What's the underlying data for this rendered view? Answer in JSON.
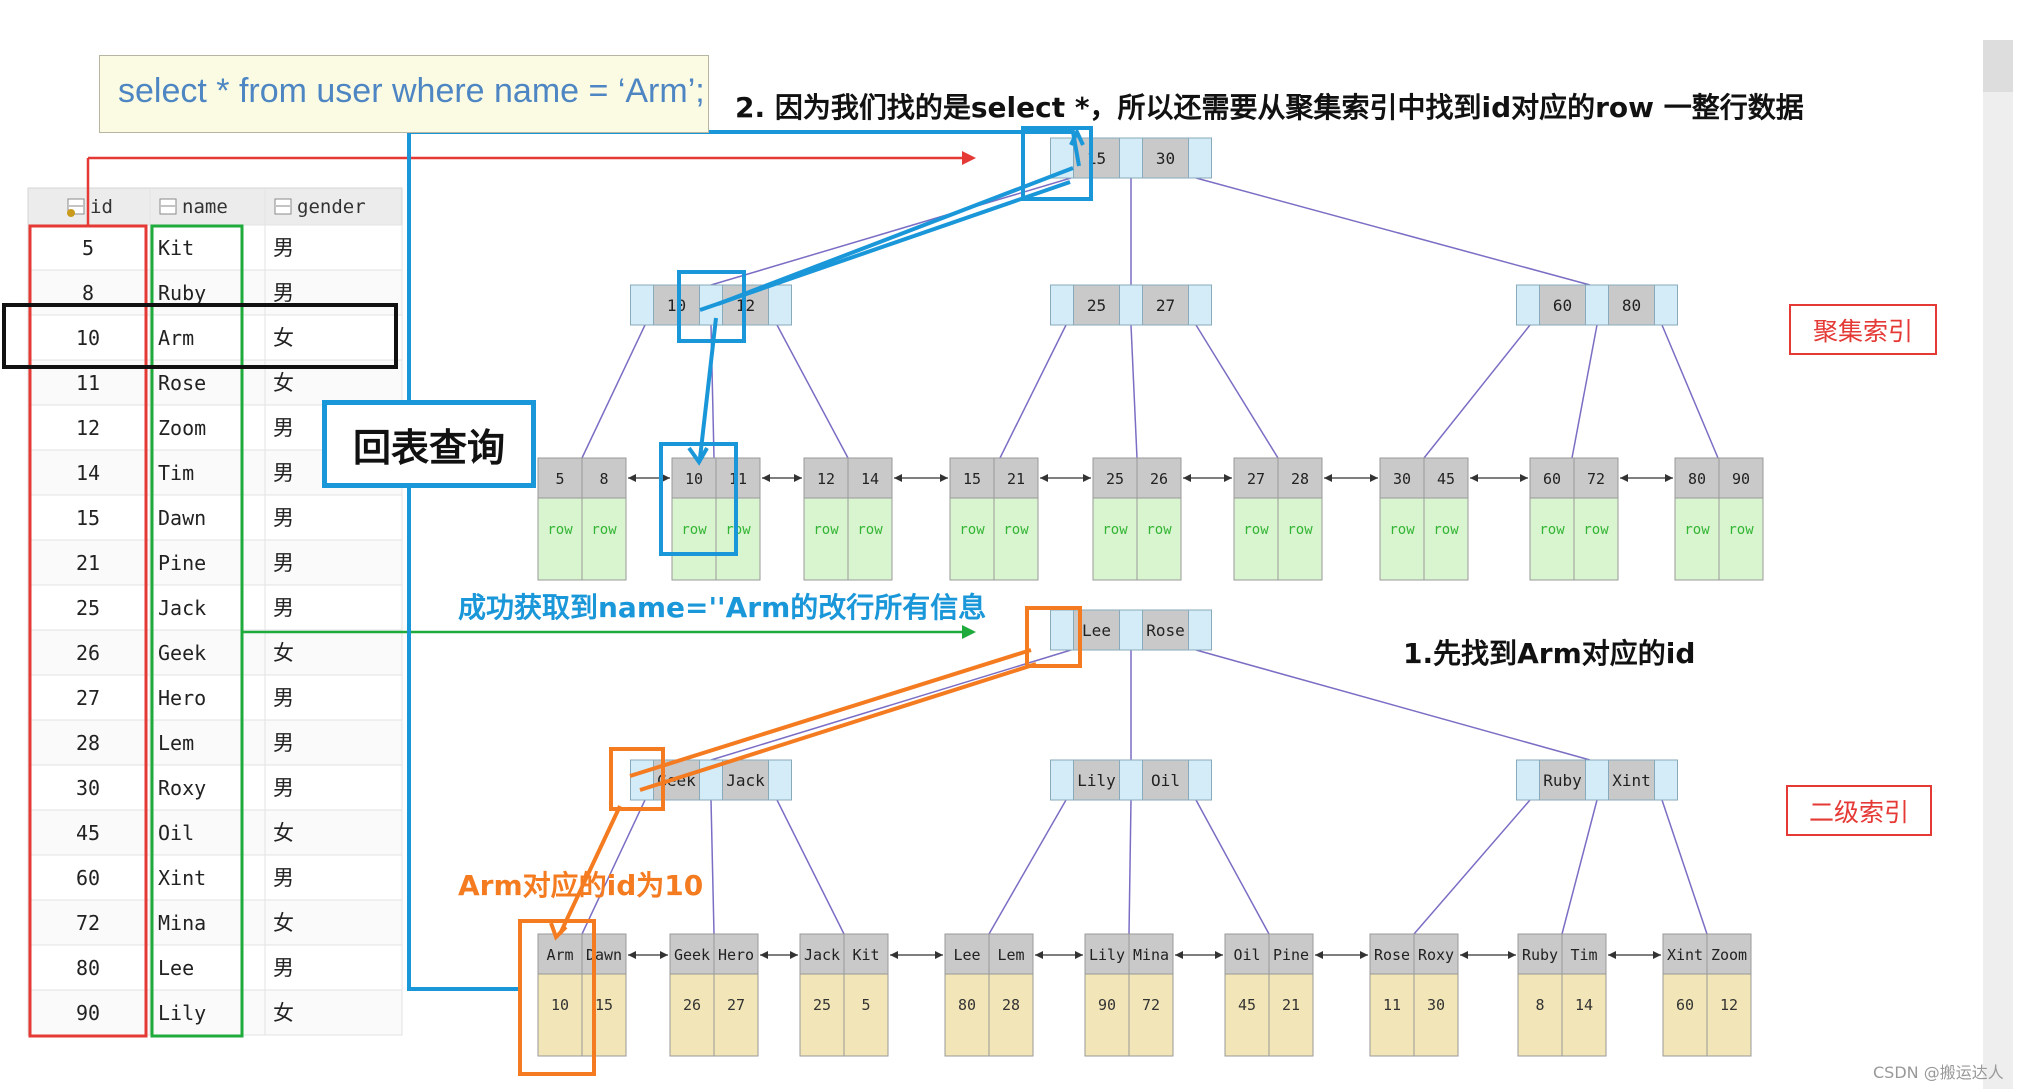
{
  "sql": "select * from user where name = ‘Arm’;",
  "notes": {
    "step2": "2. 因为我们找的是select *，所以还需要从聚集索引中找到id对应的row 一整行数据",
    "step1": "1.先找到Arm对应的id",
    "success": "成功获取到name=''Arm的改行所有信息",
    "arm_id": "Arm对应的id为10",
    "huibiao": "回表查询"
  },
  "tags": {
    "clustered": "聚集索引",
    "secondary": "二级索引"
  },
  "watermark": "CSDN @搬运达人",
  "colors": {
    "red": "#e53935",
    "green": "#1faa3c",
    "blue": "#1a97d9",
    "orange": "#f47b20",
    "black": "#111111",
    "keyFill": "#c9c9c9",
    "ptrFill": "#d3ecf7",
    "rowFill": "#d9f5d0",
    "rowText": "#33b533",
    "idFill": "#f2e5b7",
    "edge": "#7a6ec4"
  },
  "table": {
    "headers": [
      "id",
      "name",
      "gender"
    ],
    "header_icons": [
      "key-column-icon",
      "column-icon",
      "column-icon"
    ],
    "rows": [
      [
        "5",
        "Kit",
        "男"
      ],
      [
        "8",
        "Ruby",
        "男"
      ],
      [
        "10",
        "Arm",
        "女"
      ],
      [
        "11",
        "Rose",
        "女"
      ],
      [
        "12",
        "Zoom",
        "男"
      ],
      [
        "14",
        "Tim",
        "男"
      ],
      [
        "15",
        "Dawn",
        "男"
      ],
      [
        "21",
        "Pine",
        "男"
      ],
      [
        "25",
        "Jack",
        "男"
      ],
      [
        "26",
        "Geek",
        "女"
      ],
      [
        "27",
        "Hero",
        "男"
      ],
      [
        "28",
        "Lem",
        "男"
      ],
      [
        "30",
        "Roxy",
        "男"
      ],
      [
        "45",
        "Oil",
        "女"
      ],
      [
        "60",
        "Xint",
        "男"
      ],
      [
        "72",
        "Mina",
        "女"
      ],
      [
        "80",
        "Lee",
        "男"
      ],
      [
        "90",
        "Lily",
        "女"
      ]
    ]
  },
  "clustered_index": {
    "root": [
      "15",
      "30"
    ],
    "internal": [
      [
        "10",
        "12"
      ],
      [
        "25",
        "27"
      ],
      [
        "60",
        "80"
      ]
    ],
    "leaves": [
      [
        "5",
        "8"
      ],
      [
        "10",
        "11"
      ],
      [
        "12",
        "14"
      ],
      [
        "15",
        "21"
      ],
      [
        "25",
        "26"
      ],
      [
        "27",
        "28"
      ],
      [
        "30",
        "45"
      ],
      [
        "60",
        "72"
      ],
      [
        "80",
        "90"
      ]
    ],
    "row_label": "row"
  },
  "secondary_index": {
    "root": [
      "Lee",
      "Rose"
    ],
    "internal": [
      [
        "Geek",
        "Jack"
      ],
      [
        "Lily",
        "Oil"
      ],
      [
        "Ruby",
        "Xint"
      ]
    ],
    "leaves": [
      [
        "Arm",
        "Dawn"
      ],
      [
        "Geek",
        "Hero"
      ],
      [
        "Jack",
        "Kit"
      ],
      [
        "Lee",
        "Lem"
      ],
      [
        "Lily",
        "Mina"
      ],
      [
        "Oil",
        "Pine"
      ],
      [
        "Rose",
        "Roxy"
      ],
      [
        "Ruby",
        "Tim"
      ],
      [
        "Xint",
        "Zoom"
      ]
    ],
    "leaf_ids": [
      [
        "10",
        "15"
      ],
      [
        "26",
        "27"
      ],
      [
        "25",
        "5"
      ],
      [
        "80",
        "28"
      ],
      [
        "90",
        "72"
      ],
      [
        "45",
        "21"
      ],
      [
        "11",
        "30"
      ],
      [
        "8",
        "14"
      ],
      [
        "60",
        "12"
      ]
    ]
  }
}
